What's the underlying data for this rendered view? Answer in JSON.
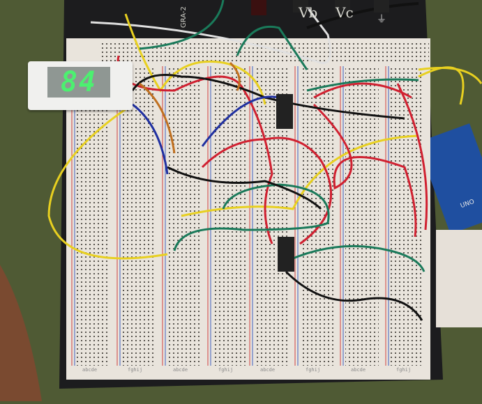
{
  "display": {
    "value": "84",
    "digit_color": "#4cf070"
  },
  "board": {
    "model_label": "GRA-2",
    "terminal_labels": [
      "Vb",
      "Vc"
    ],
    "column_labels": [
      "abcde",
      "fghij",
      "abcde",
      "fghij",
      "abcde",
      "fghij",
      "abcde",
      "fghij"
    ]
  },
  "arduino": {
    "label": "UNO",
    "color": "#1f4fa0"
  },
  "colors": {
    "fabric": "#4f5a34",
    "board": "#1c1c1e",
    "breadboard": "#e9e4dc",
    "rail_red": "#d04040",
    "rail_blue": "#4060c0"
  },
  "wires": [
    {
      "color": "#e8d020"
    },
    {
      "color": "#d02030"
    },
    {
      "color": "#1a7a5a"
    },
    {
      "color": "#111111"
    },
    {
      "color": "#e0e0e0"
    },
    {
      "color": "#2030a0"
    },
    {
      "color": "#c07020"
    }
  ]
}
